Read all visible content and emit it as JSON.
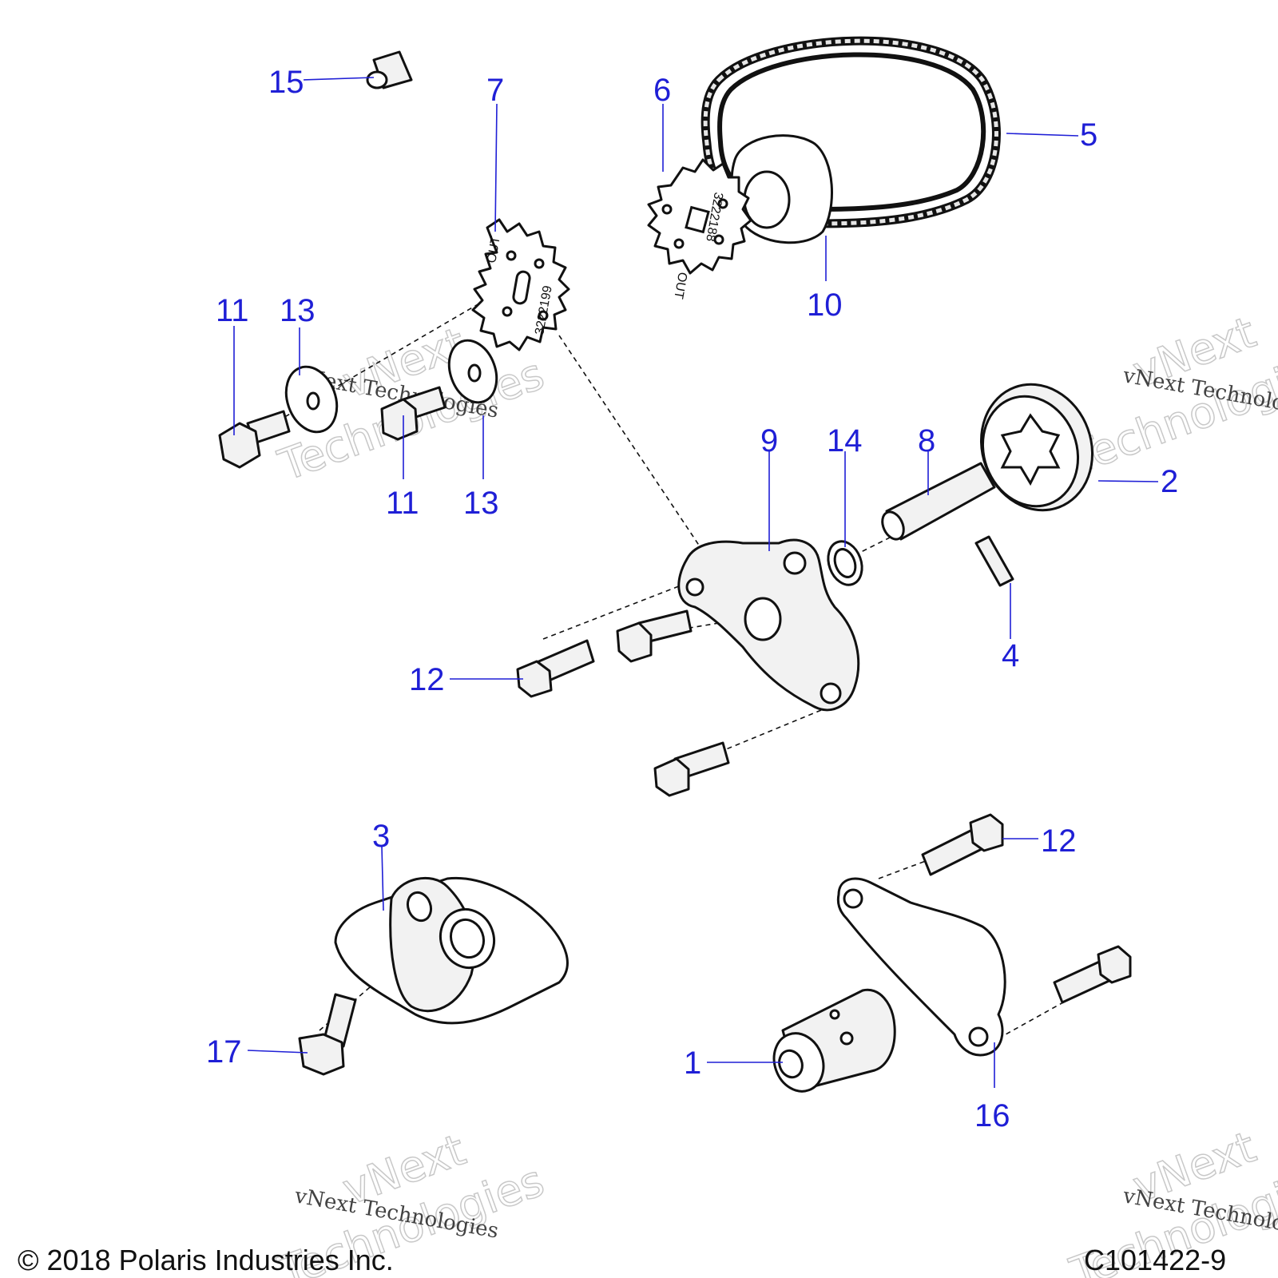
{
  "callouts": {
    "c1": "1",
    "c2": "2",
    "c3": "3",
    "c4": "4",
    "c5": "5",
    "c6": "6",
    "c7": "7",
    "c8": "8",
    "c9": "9",
    "c10": "10",
    "c11a": "11",
    "c11b": "11",
    "c12a": "12",
    "c12b": "12",
    "c13a": "13",
    "c13b": "13",
    "c14": "14",
    "c15": "15",
    "c16": "16",
    "c17": "17"
  },
  "gear_markings": {
    "gear7_out": "OUT",
    "gear7_number": "3222199",
    "gear6_out": "OUT",
    "gear6_number": "3222188"
  },
  "watermark": {
    "brand": "vNext",
    "line": "vNext Technologies",
    "word": "Technologies"
  },
  "footer": {
    "copyright": "© 2018 Polaris Industries Inc.",
    "drawing_id": "C101422-9"
  },
  "colors": {
    "callout": "#1f1fd6",
    "linework": "#111111",
    "part_fill": "#f2f2f2"
  }
}
